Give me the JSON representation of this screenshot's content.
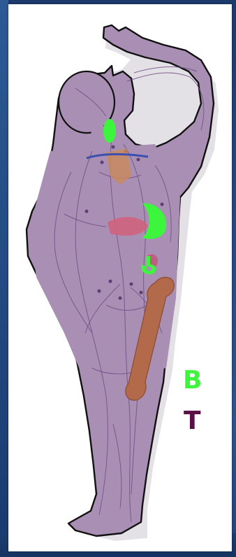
{
  "colors": {
    "slide_background": "#1e3f72",
    "panel_background": "#ffffff",
    "body_fill": "#a98fb3",
    "outline": "#111111",
    "vessels": "#6f4f86",
    "highlight_organs": "#3ef53e",
    "bone": "#b36a4a",
    "label_b": "#3ef53e",
    "label_t": "#5a0f45"
  },
  "labels": {
    "b_cell": "B",
    "t_cell": "T"
  },
  "highlighted_organs": [
    "thymus-marker",
    "spleen-marker",
    "appendix-marker"
  ]
}
